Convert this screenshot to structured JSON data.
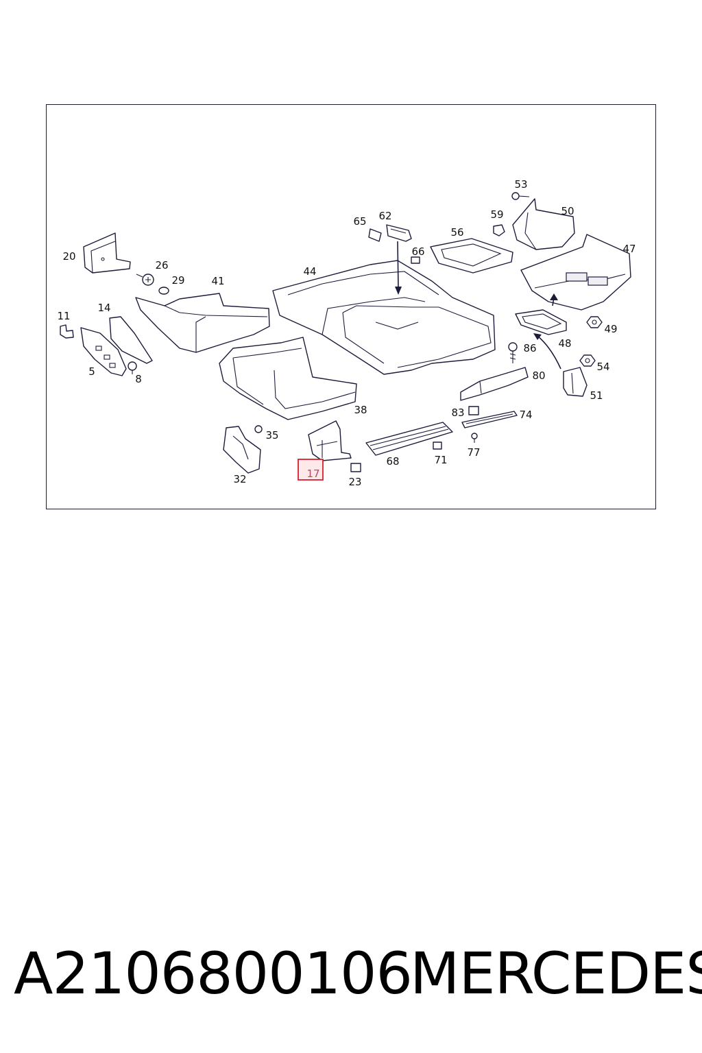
{
  "diagram": {
    "callouts": {
      "c53": "53",
      "c50": "50",
      "c59": "59",
      "c65": "65",
      "c62": "62",
      "c56": "56",
      "c66": "66",
      "c47": "47",
      "c20": "20",
      "c26": "26",
      "c29": "29",
      "c41": "41",
      "c44": "44",
      "c11": "11",
      "c14": "14",
      "c5": "5",
      "c8": "8",
      "c49": "49",
      "c48": "48",
      "c86": "86",
      "c54": "54",
      "c80": "80",
      "c51": "51",
      "c38": "38",
      "c83": "83",
      "c74": "74",
      "c35": "35",
      "c77": "77",
      "c68": "68",
      "c71": "71",
      "c32": "32",
      "c17": "17",
      "c23": "23"
    },
    "highlighted_callout": "17"
  },
  "footer": {
    "part_number": "A2106800106",
    "brand": "MERCEDES"
  }
}
